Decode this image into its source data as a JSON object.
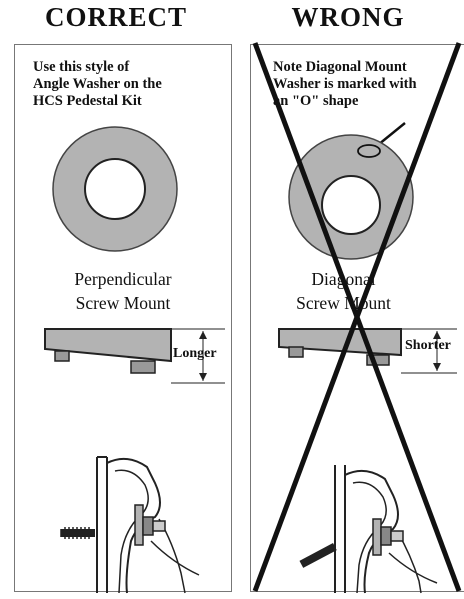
{
  "headings": {
    "correct": "CORRECT",
    "wrong": "WRONG"
  },
  "correct_panel": {
    "note_lines": [
      "Use this style of",
      "Angle Washer on the",
      "HCS Pedestal Kit"
    ],
    "caption_lines": [
      "Perpendicular",
      "Screw Mount"
    ],
    "side_label": "Longer"
  },
  "wrong_panel": {
    "note_lines": [
      "Note Diagonal Mount",
      "Washer is marked with",
      "an \"O\" shape"
    ],
    "caption_lines": [
      "Diagonal",
      "Screw Mount"
    ],
    "side_label": "Shorter"
  },
  "colors": {
    "washer_fill": "#b3b3b3",
    "line": "#111111",
    "cross": "#111111"
  }
}
